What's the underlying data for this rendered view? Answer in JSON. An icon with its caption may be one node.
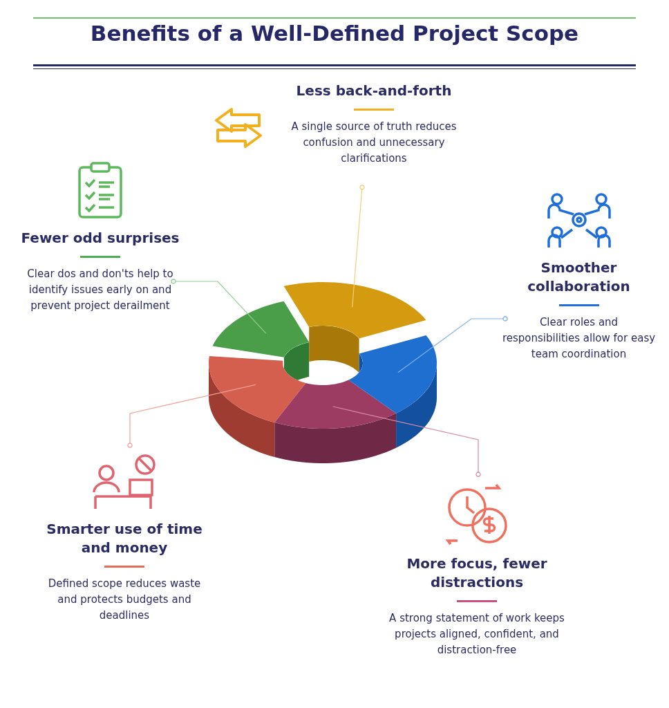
{
  "diagram": {
    "title": "Benefits of a Well-Defined Project Scope",
    "nodes": [
      {
        "text": [
          "Less back-and-forth",
          "A single source of truth reduces confusion and unnecessary clarifications"
        ]
      },
      {
        "text": [
          "Fewer odd surprises",
          "Clear dos and don'ts help to identify issues early on and prevent project derailment"
        ]
      },
      {
        "text": [
          "Smoother collaboration",
          "Clear roles and responsibilities allow for easy team coordination"
        ]
      },
      {
        "text": [
          "Smarter use of time and money",
          "Defined scope reduces waste and protects budgets and deadlines"
        ]
      },
      {
        "text": [
          "More focus, fewer distractions",
          "A strong statement of work keeps projects aligned, confident, and distraction-free"
        ]
      },
      {
        "text": [],
        "shape": "wedge"
      },
      {
        "text": [],
        "shape": "wedge"
      },
      {
        "text": [],
        "shape": "wedge"
      },
      {
        "text": [],
        "shape": "wedge"
      },
      {
        "text": [],
        "shape": "wedge"
      }
    ],
    "edges": [
      {
        "from": 0,
        "to": 7,
        "arrow": "other",
        "color": "#f2cf7a"
      },
      {
        "from": 1,
        "to": 5,
        "arrow": "other",
        "color": "#8fcf8f"
      },
      {
        "from": 2,
        "to": 9,
        "arrow": "other",
        "color": "#7fb0ee"
      },
      {
        "from": 3,
        "to": 6,
        "arrow": "other",
        "color": "#f0a098"
      },
      {
        "from": 4,
        "to": 8,
        "arrow": "other",
        "color": "#d88aa8"
      }
    ]
  }
}
